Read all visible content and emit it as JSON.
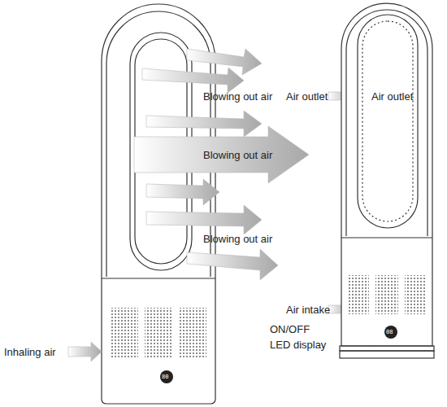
{
  "diagram": {
    "labels": [
      "Blowing out air",
      "Blowing out air",
      "Blowing out air",
      "Air outlet",
      "Air outlet",
      "Inhaling air",
      "Air intake",
      "ON/OFF",
      "LED display",
      "80",
      "08"
    ]
  }
}
